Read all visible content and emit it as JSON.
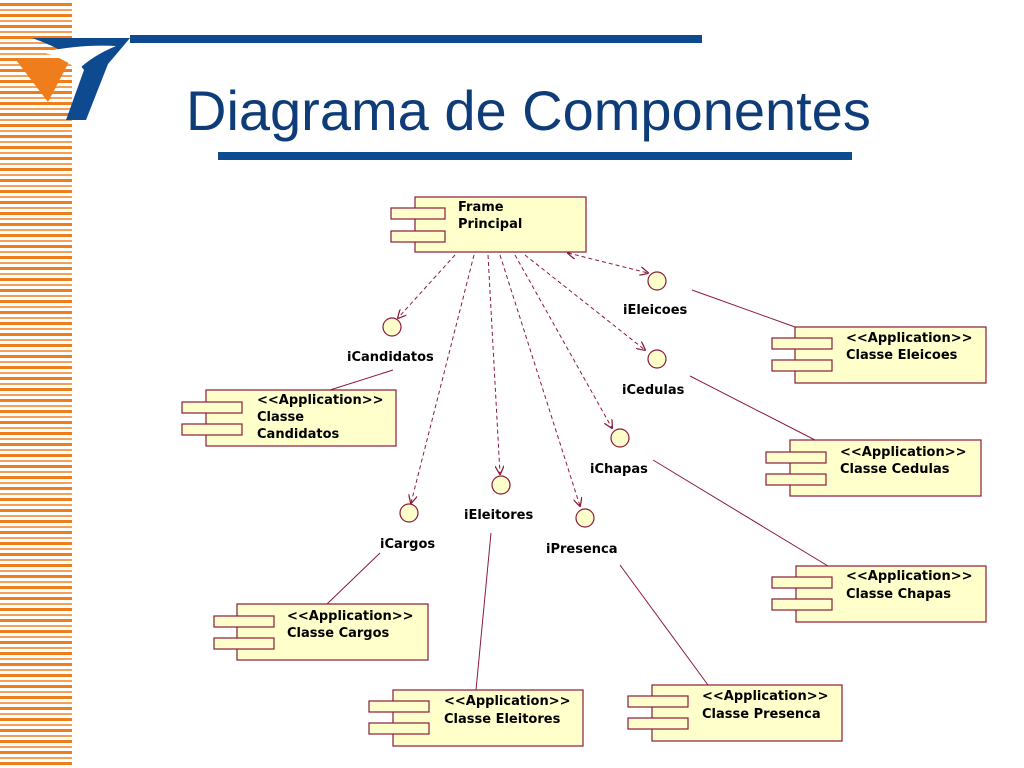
{
  "title": "Diagrama de Componentes",
  "colors": {
    "brand_blue": "#0d4a8f",
    "brand_orange": "#f07d1c",
    "component_fill": "#ffffcc",
    "component_stroke": "#8b1a3a"
  },
  "icons": [
    "logo-icon"
  ],
  "diagram": {
    "components": {
      "frame_principal": {
        "line1": "Frame",
        "line2": "Principal"
      },
      "classe_eleicoes": {
        "stereotype": "<<Application>>",
        "line1": "Classe Eleicoes"
      },
      "classe_candidatos": {
        "stereotype": "<<Application>>",
        "line1": "Classe",
        "line2": "Candidatos"
      },
      "classe_cedulas": {
        "stereotype": "<<Application>>",
        "line1": "Classe Cedulas"
      },
      "classe_chapas": {
        "stereotype": "<<Application>>",
        "line1": "Classe Chapas"
      },
      "classe_cargos": {
        "stereotype": "<<Application>>",
        "line1": "Classe Cargos"
      },
      "classe_eleitores": {
        "stereotype": "<<Application>>",
        "line1": "Classe Eleitores"
      },
      "classe_presenca": {
        "stereotype": "<<Application>>",
        "line1": "Classe Presenca"
      }
    },
    "interfaces": {
      "ieleicoes": "iEleicoes",
      "icandidatos": "iCandidatos",
      "icedulas": "iCedulas",
      "ichapas": "iChapas",
      "ieleitores": "iEleitores",
      "icargos": "iCargos",
      "ipresenca": "iPresenca"
    }
  }
}
